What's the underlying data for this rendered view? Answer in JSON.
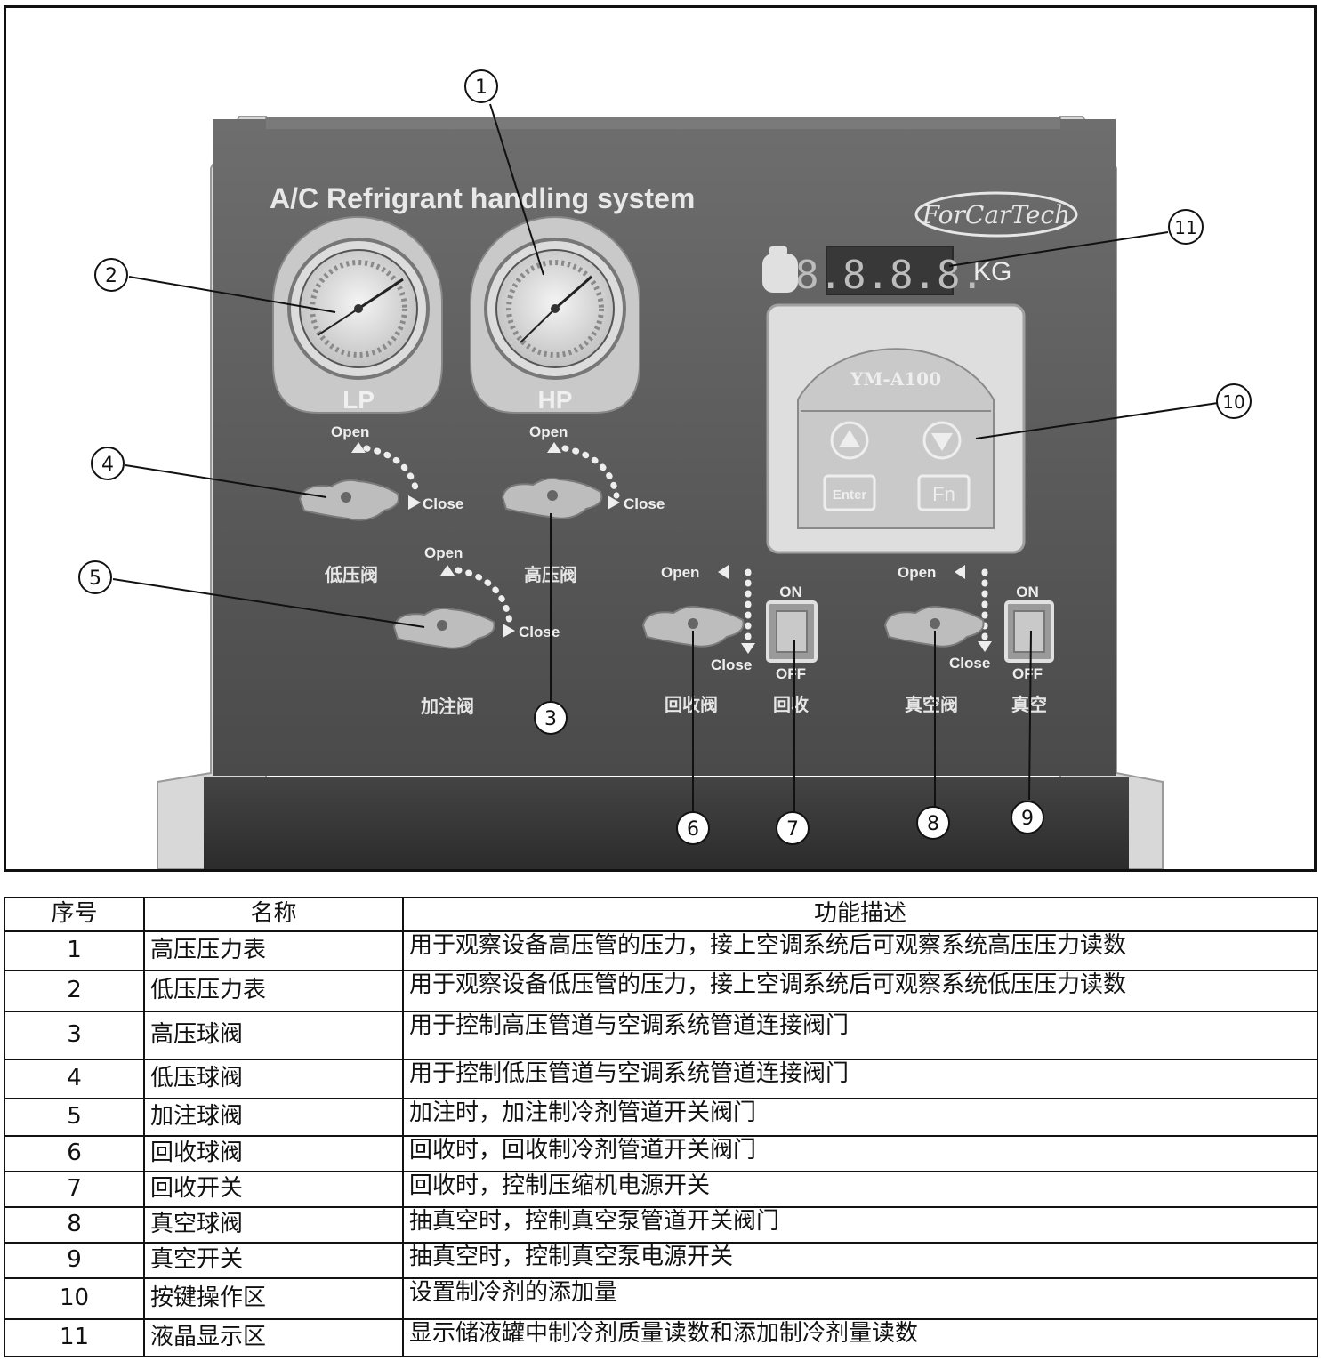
{
  "machine": {
    "title": "A/C Refrigrant handling system",
    "brand_logo": "ForCarTech",
    "display_digits": "8.8.8.8.",
    "display_unit": "KG",
    "keypad_model": "YM-A100",
    "key_up": "up-arrow",
    "key_down": "down-arrow",
    "key_enter": "Enter",
    "key_fn": "Fn",
    "gauge_lp": "LP",
    "gauge_hp": "HP",
    "open_label": "Open",
    "close_label": "Close",
    "on_label": "ON",
    "off_label": "OFF",
    "valve_low": "低压阀",
    "valve_high": "高压阀",
    "valve_charge": "加注阀",
    "valve_recovery": "回收阀",
    "switch_recovery": "回收",
    "valve_vacuum": "真空阀",
    "switch_vacuum": "真空"
  },
  "callouts": [
    "1",
    "2",
    "3",
    "4",
    "5",
    "6",
    "7",
    "8",
    "9",
    "10",
    "11"
  ],
  "table": {
    "headers": [
      "序号",
      "名称",
      "功能描述"
    ],
    "rows": [
      {
        "no": "1",
        "name": "高压压力表",
        "desc": "用于观察设备高压管的压力，接上空调系统后可观察系统高压压力读数"
      },
      {
        "no": "2",
        "name": "低压压力表",
        "desc": "用于观察设备低压管的压力，接上空调系统后可观察系统低压压力读数"
      },
      {
        "no": "3",
        "name": "高压球阀",
        "desc": "用于控制高压管道与空调系统管道连接阀门"
      },
      {
        "no": "4",
        "name": "低压球阀",
        "desc": "用于控制低压管道与空调系统管道连接阀门"
      },
      {
        "no": "5",
        "name": "加注球阀",
        "desc": "加注时，加注制冷剂管道开关阀门"
      },
      {
        "no": "6",
        "name": "回收球阀",
        "desc": "回收时，回收制冷剂管道开关阀门"
      },
      {
        "no": "7",
        "name": "回收开关",
        "desc": "回收时，控制压缩机电源开关"
      },
      {
        "no": "8",
        "name": "真空球阀",
        "desc": "抽真空时，控制真空泵管道开关阀门"
      },
      {
        "no": "9",
        "name": "真空开关",
        "desc": "抽真空时，控制真空泵电源开关"
      },
      {
        "no": "10",
        "name": "按键操作区",
        "desc": "设置制冷剂的添加量"
      },
      {
        "no": "11",
        "name": "液晶显示区",
        "desc": "显示储液罐中制冷剂质量读数和添加制冷剂量读数"
      }
    ]
  },
  "colors": {
    "panel": "#5a5a5a",
    "panel_dark": "#3e3e3e",
    "side_trim": "#dcdcdc",
    "knob": "#b8b8b8",
    "label_text": "#e6e6e6"
  }
}
